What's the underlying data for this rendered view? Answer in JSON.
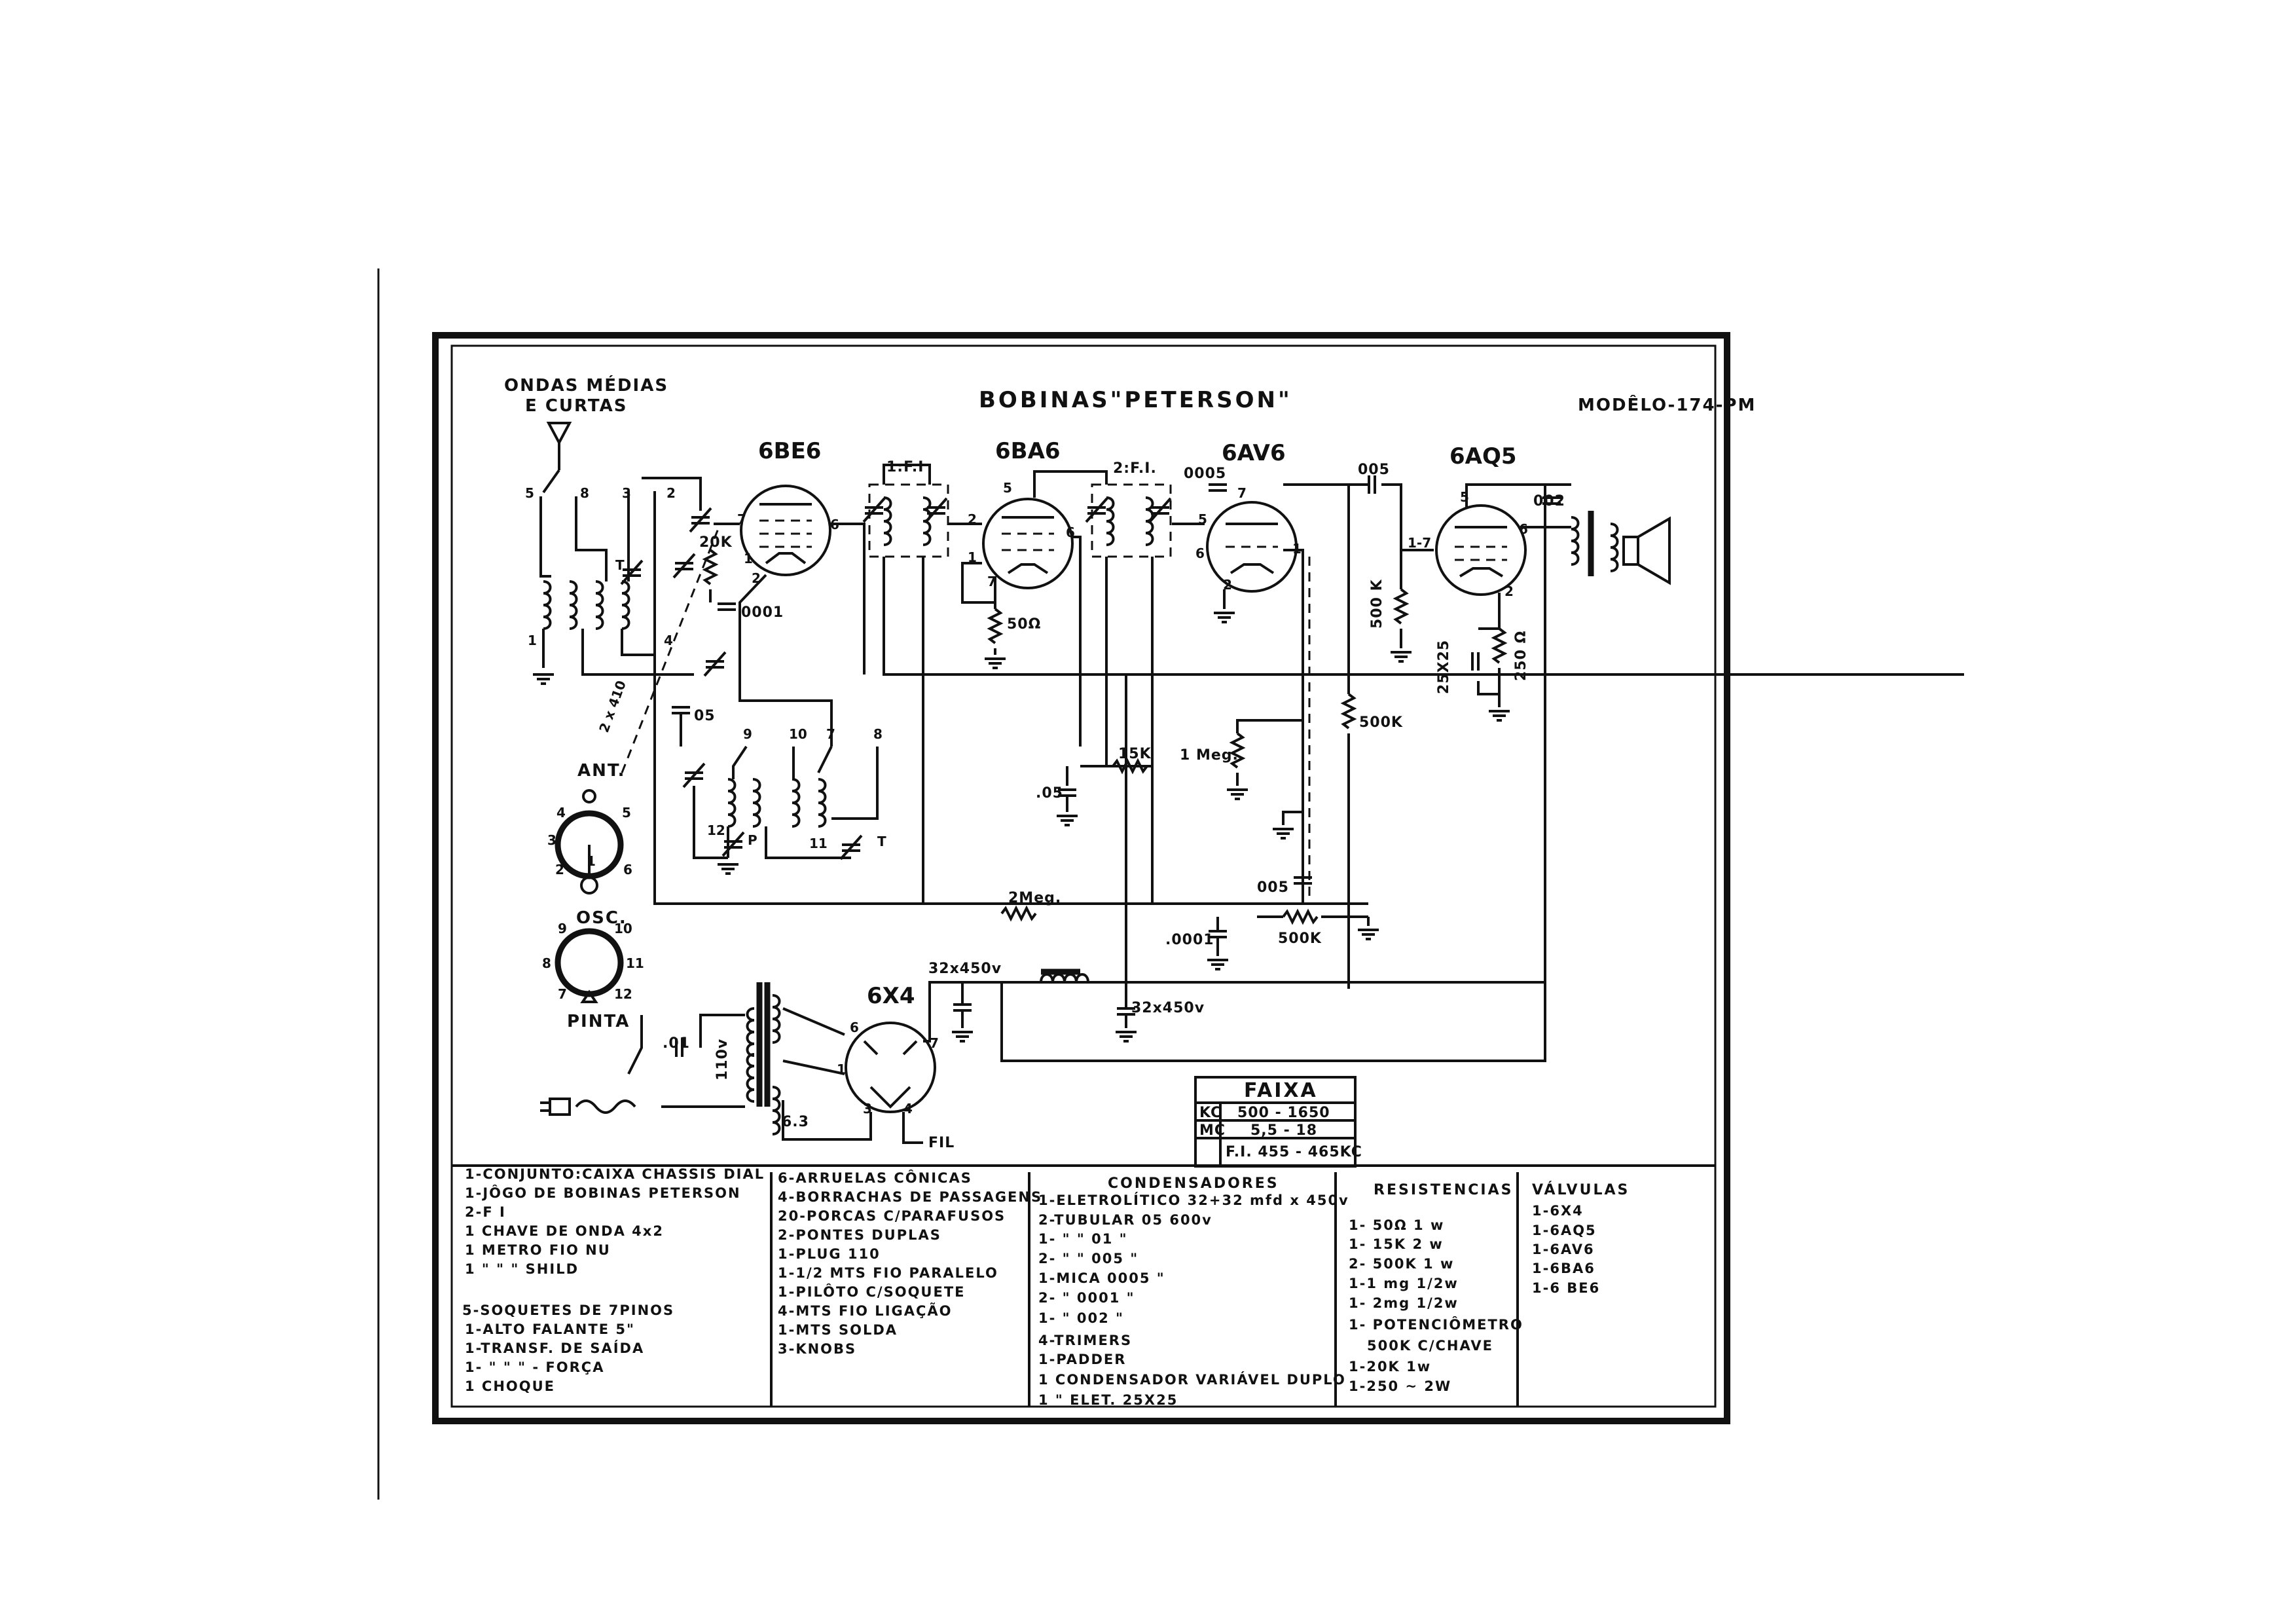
{
  "header": {
    "title": "BOBINAS\"PETERSON\"",
    "model": "MODÊLO-174-PM",
    "band_line1": "ONDAS MÉDIAS",
    "band_line2": "E CURTAS"
  },
  "tubes": {
    "t1": "6BE6",
    "t2": "6BA6",
    "t3": "6AV6",
    "t4": "6AQ5",
    "t5": "6X4"
  },
  "components": {
    "fi1": "1:F.I",
    "fi2": "2:F.I.",
    "r20k": "20K",
    "c0001a": "0001",
    "c05a": "05",
    "r50": "50Ω",
    "r15k": "15K",
    "c05b": ".05",
    "c0005a": "0005",
    "c005a": "005",
    "c002": "002",
    "r500k_vert": "500 K",
    "r500k": "500K",
    "c25x25": "25X25",
    "r250": "250 Ω",
    "r1meg": "1 Meg.",
    "c005b": "005",
    "r2meg": "2Meg.",
    "c0001b": ".0001",
    "pot500k": "500K",
    "c32x450a": "32x450v",
    "c32x450b": "32x450v",
    "c01": ".01",
    "v110": "110v",
    "v63": "6.3",
    "fil": "FIL",
    "ant": "ANT.",
    "osc": "OSC.",
    "pinta": "PINTA",
    "gang": "2 x 410",
    "sw_p": "P",
    "sw_t": "T",
    "trim_t": "T"
  },
  "pins": {
    "p5": "5",
    "p8": "8",
    "p3": "3",
    "p2": "2",
    "p1": "1",
    "p4": "4",
    "p7": "7",
    "p6": "6",
    "p9": "9",
    "p10": "10",
    "p11": "11",
    "p12": "12",
    "p1_7": "1-7"
  },
  "faixa": {
    "title": "FAIXA",
    "kc_label": "KC",
    "mc_label": "MC",
    "kc_value": "500 - 1650",
    "mc_value": "5,5 - 18",
    "fi_value": "F.I. 455 - 465KC"
  },
  "parts_col1": [
    "1-CONJUNTO:CAIXA CHASSIS DIAL",
    "1-JÔGO DE BOBINAS PETERSON",
    "2-F I",
    "1 CHAVE DE ONDA 4x2",
    "1 METRO FIO NU",
    "1    \"    \"    \" SHILD",
    "",
    "5-SOQUETES DE 7PINOS",
    "1-ALTO FALANTE 5\"",
    "1-TRANSF. DE SAÍDA",
    "1-  \"   \"   \"   -  FORÇA",
    "1 CHOQUE"
  ],
  "parts_col2": [
    "6-ARRUELAS CÔNICAS",
    "4-BORRACHAS DE PASSAGENS",
    "20-PORCAS C/PARAFUSOS",
    "2-PONTES DUPLAS",
    "1-PLUG 110",
    "1-1/2 MTS FIO PARALELO",
    "1-PILÔTO C/SOQUETE",
    "4-MTS FIO LIGAÇÃO",
    "1-MTS SOLDA",
    "3-KNOBS"
  ],
  "condensadores": {
    "header": "CONDENSADORES",
    "rows": [
      "1-ELETROLÍTICO 32+32 mfd x 450v",
      "2-TUBULAR          05        600v",
      "1-    \"     \"          01          \"",
      "2-    \"     \"         005          \"",
      "1-MICA             0005          \"",
      "2-    \"              0001          \"",
      "1-    \"               002          \"",
      "4-TRIMERS",
      "1-PADDER",
      "1 CONDENSADOR VARIÁVEL DUPLO",
      "1     \"         ELET. 25X25"
    ]
  },
  "resistencias": {
    "header": "RESISTENCIAS",
    "rows": [
      "1- 50Ω    1 w",
      "1- 15K     2 w",
      "2- 500K    1 w",
      "1-1 mg   1/2w",
      "1- 2mg   1/2w",
      "1- POTENCIÔMETRO",
      "500K C/CHAVE",
      "1-20K     1w",
      "1-250 ~ 2W"
    ]
  },
  "valvulas": {
    "header": "VÁLVULAS",
    "rows": [
      "1-6X4",
      "1-6AQ5",
      "1-6AV6",
      "1-6BA6",
      "1-6 BE6"
    ]
  }
}
